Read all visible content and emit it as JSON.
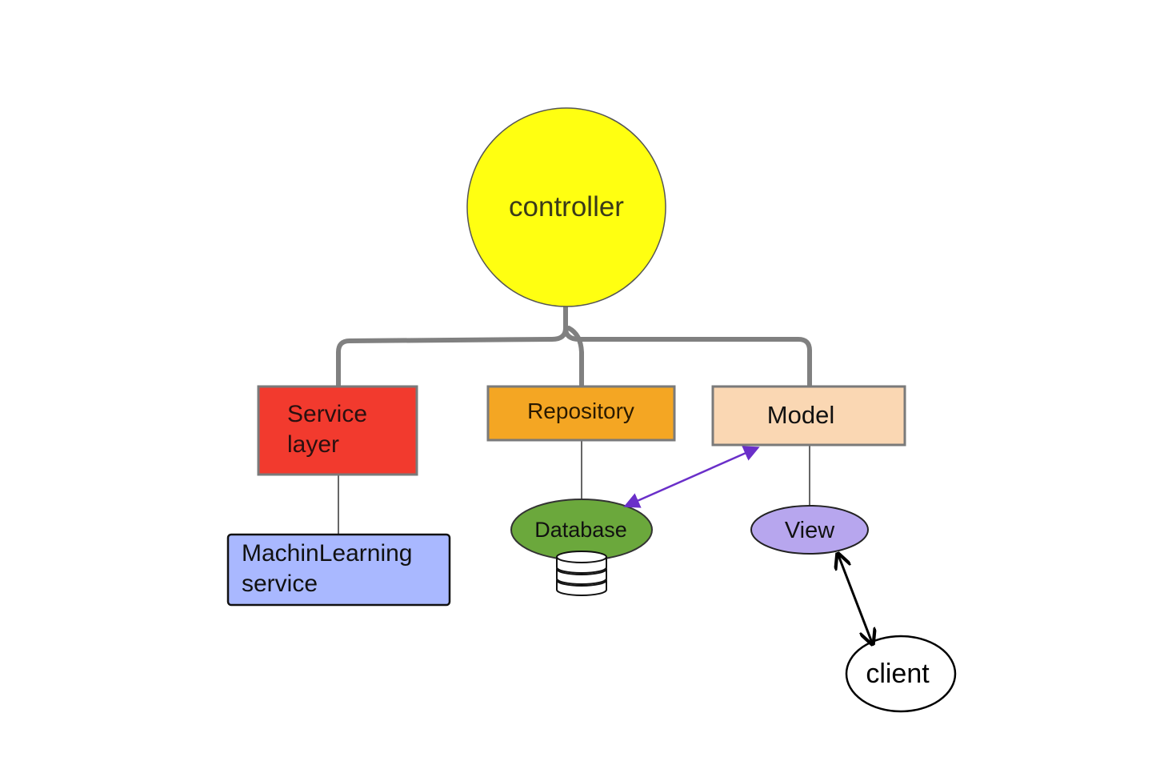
{
  "nodes": {
    "controller": {
      "label": "controller",
      "color": "#ffff11"
    },
    "service_layer": {
      "label_line1": "Service",
      "label_line2": "layer",
      "color": "#f23a2e"
    },
    "repository": {
      "label": "Repository",
      "color": "#f4a623"
    },
    "model": {
      "label": "Model",
      "color": "#fad7b3"
    },
    "ml_service": {
      "label_line1": "MachinLearning",
      "label_line2": "service",
      "color": "#a9b8ff"
    },
    "database": {
      "label": "Database",
      "color": "#6ba83c"
    },
    "view": {
      "label": "View",
      "color": "#b7a6ee"
    },
    "client": {
      "label": "client",
      "color": "#ffffff"
    }
  },
  "colors": {
    "tree_connector": "#808080",
    "model_database_arrow": "#6a2fc9",
    "view_client_arrow": "#000000",
    "box_border": "#7a7a7a"
  },
  "icons": [
    "database-cylinder-icon"
  ]
}
